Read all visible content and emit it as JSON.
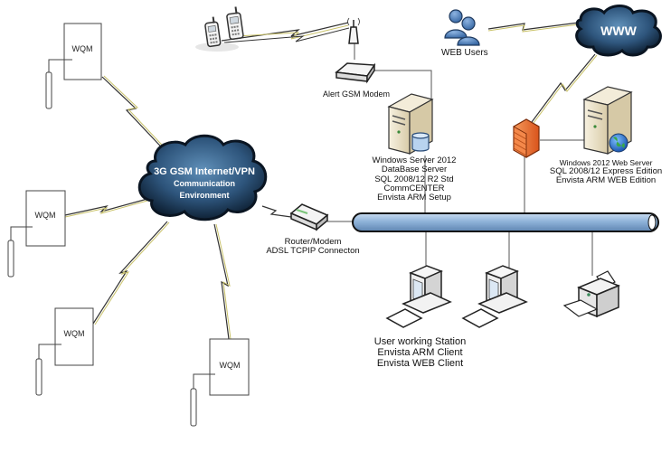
{
  "diagram": {
    "cloud_gsm": {
      "lines": [
        "3G GSM Internet/VPN",
        "Communication",
        "Environment"
      ]
    },
    "cloud_www": {
      "label": "WWW"
    },
    "web_users": {
      "label": "WEB Users"
    },
    "alert_modem": {
      "label": "Alert GSM Modem"
    },
    "db_server": {
      "lines": [
        "Windows Server 2012",
        "DataBase Server",
        "SQL 2008/12 R2 Std",
        "CommCENTER",
        "Envista ARM Setup"
      ]
    },
    "web_server": {
      "lines": [
        "Windows 2012 Web Server",
        "SQL 2008/12 Express Edition",
        "Envista ARM WEB Edition"
      ]
    },
    "router": {
      "lines": [
        "Router/Modem",
        "ADSL TCPIP Connecton"
      ]
    },
    "workstation": {
      "lines": [
        "User working Station",
        "Envista ARM Client",
        "Envista WEB Client"
      ]
    },
    "wqm_units": [
      {
        "label": "WQM"
      },
      {
        "label": "WQM"
      },
      {
        "label": "WQM"
      },
      {
        "label": "WQM"
      }
    ],
    "colors": {
      "cloud_dark": "#1b3550",
      "cloud_light": "#4d7ea8",
      "bus_fill": "#8fb3d9",
      "firewall": "#f07a3a",
      "user_icon": "#4f7fb8",
      "server_body": "#efe6cf",
      "link_wire": "#c9c26a"
    }
  }
}
